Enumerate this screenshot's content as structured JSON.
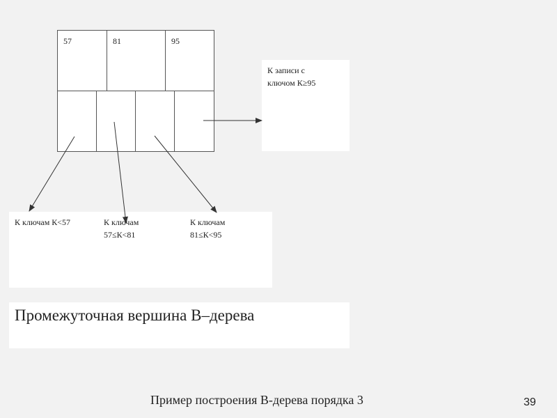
{
  "node": {
    "keys": [
      "57",
      "81",
      "95"
    ]
  },
  "record_box": {
    "line1": "К записи с",
    "line2": "ключом К≥95"
  },
  "children": {
    "lt57": {
      "line1": "К ключам К<57"
    },
    "r57_81": {
      "line1": "К  ключам",
      "line2": "57≤К<81"
    },
    "r81_95": {
      "line1": "К ключам",
      "line2": "81≤К<95"
    }
  },
  "caption": "Промежуточная вершина B–дерева",
  "footer": "Пример построения B-дерева порядка 3",
  "slide_number": "39"
}
